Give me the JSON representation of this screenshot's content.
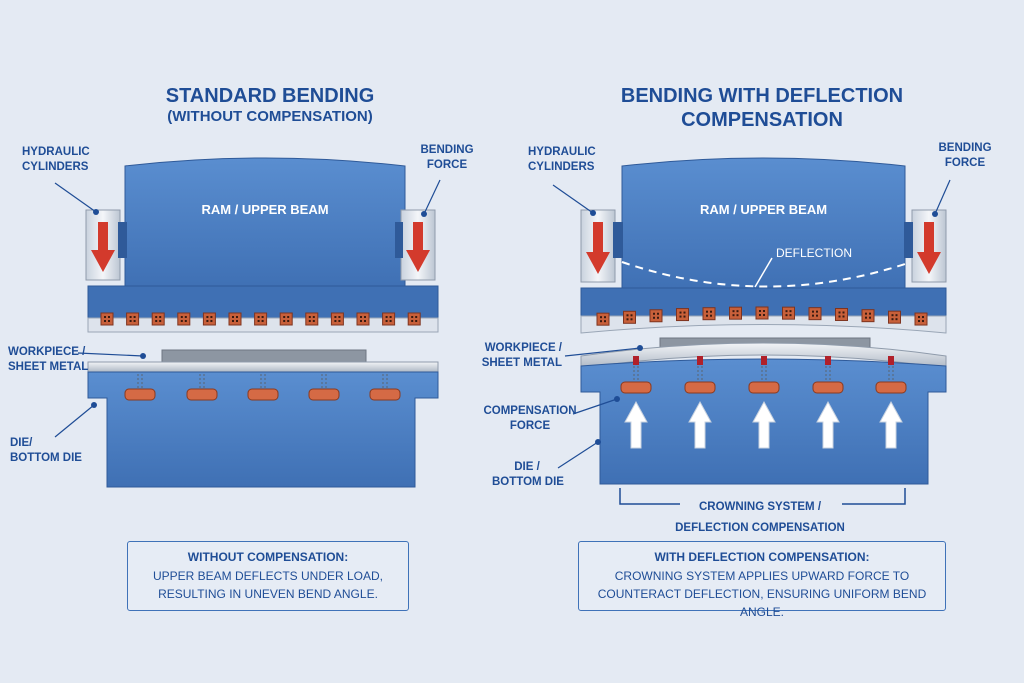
{
  "left": {
    "title": "STANDARD BENDING",
    "subtitle": "(WITHOUT COMPENSATION)",
    "hydraulic_label": [
      "HYDRAULIC",
      "CYLINDERS"
    ],
    "force_label": [
      "BENDING",
      "FORCE"
    ],
    "ram_label": "RAM / UPPER BEAM",
    "workpiece_label": [
      "WORKPIECE /",
      "SHEET METAL"
    ],
    "die_label": [
      "DIE/",
      "BOTTOM DIE"
    ],
    "note_title": "WITHOUT COMPENSATION:",
    "note_line1": "UPPER BEAM DEFLECTS UNDER LOAD,",
    "note_line2": "RESULTING IN UNEVEN BEND ANGLE."
  },
  "right": {
    "title_line1": "BENDING WITH DEFLECTION",
    "title_line2": "COMPENSATION",
    "hydraulic_label": [
      "HYDRAULIC",
      "CYLINDERS"
    ],
    "force_label": [
      "BENDING",
      "FORCE"
    ],
    "ram_label": "RAM / UPPER BEAM",
    "deflection_label": "DEFLECTION",
    "workpiece_label": [
      "WORKPIECE /",
      "SHEET METAL"
    ],
    "compensation_label": [
      "COMPENSATION",
      "FORCE"
    ],
    "die_label": [
      "DIE /",
      "BOTTOM DIE"
    ],
    "crowning_label": [
      "CROWNING SYSTEM /",
      "DEFLECTION COMPENSATION"
    ],
    "note_title": "WITH DEFLECTION COMPENSATION:",
    "note_line1": "CROWNING SYSTEM APPLIES UPWARD FORCE TO",
    "note_line2": "COUNTERACT DEFLECTION, ENSURING UNIFORM BEND ANGLE."
  },
  "colors": {
    "background": "#e4eaf3",
    "beam": "#4a7fc4",
    "accent_text": "#1f4d96",
    "force_arrow": "#d33a2c",
    "clamp": "#c8603a"
  }
}
